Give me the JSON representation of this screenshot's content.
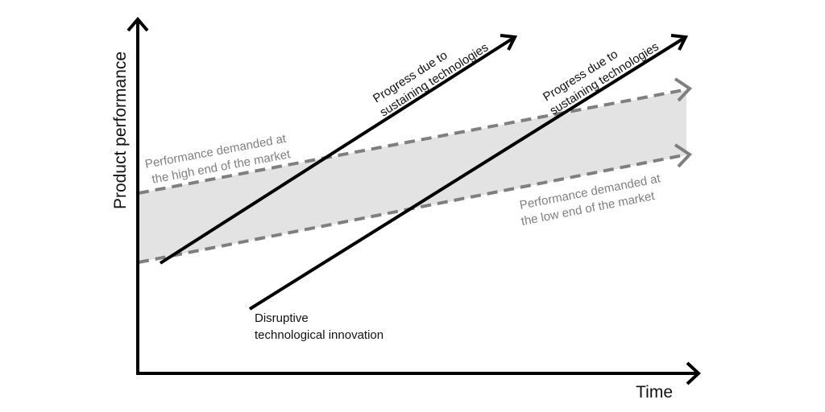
{
  "axes": {
    "x_label": "Time",
    "y_label": "Product performance"
  },
  "labels": {
    "high_end_line1": "Performance demanded at",
    "high_end_line2": "the high end of the market",
    "low_end_line1": "Performance demanded at",
    "low_end_line2": "the low end of the market",
    "sustaining_a_line1": "Progress due to",
    "sustaining_a_line2": "sustaining technologies",
    "sustaining_b_line1": "Progress due to",
    "sustaining_b_line2": "sustaining technologies",
    "disruptive_line1": "Disruptive",
    "disruptive_line2": "technological innovation"
  },
  "colors": {
    "band_fill": "#e3e3e3",
    "dashed_line": "#7f7f7f",
    "solid_line": "#000000",
    "gray_text": "#808080",
    "dark_text": "#111111"
  }
}
